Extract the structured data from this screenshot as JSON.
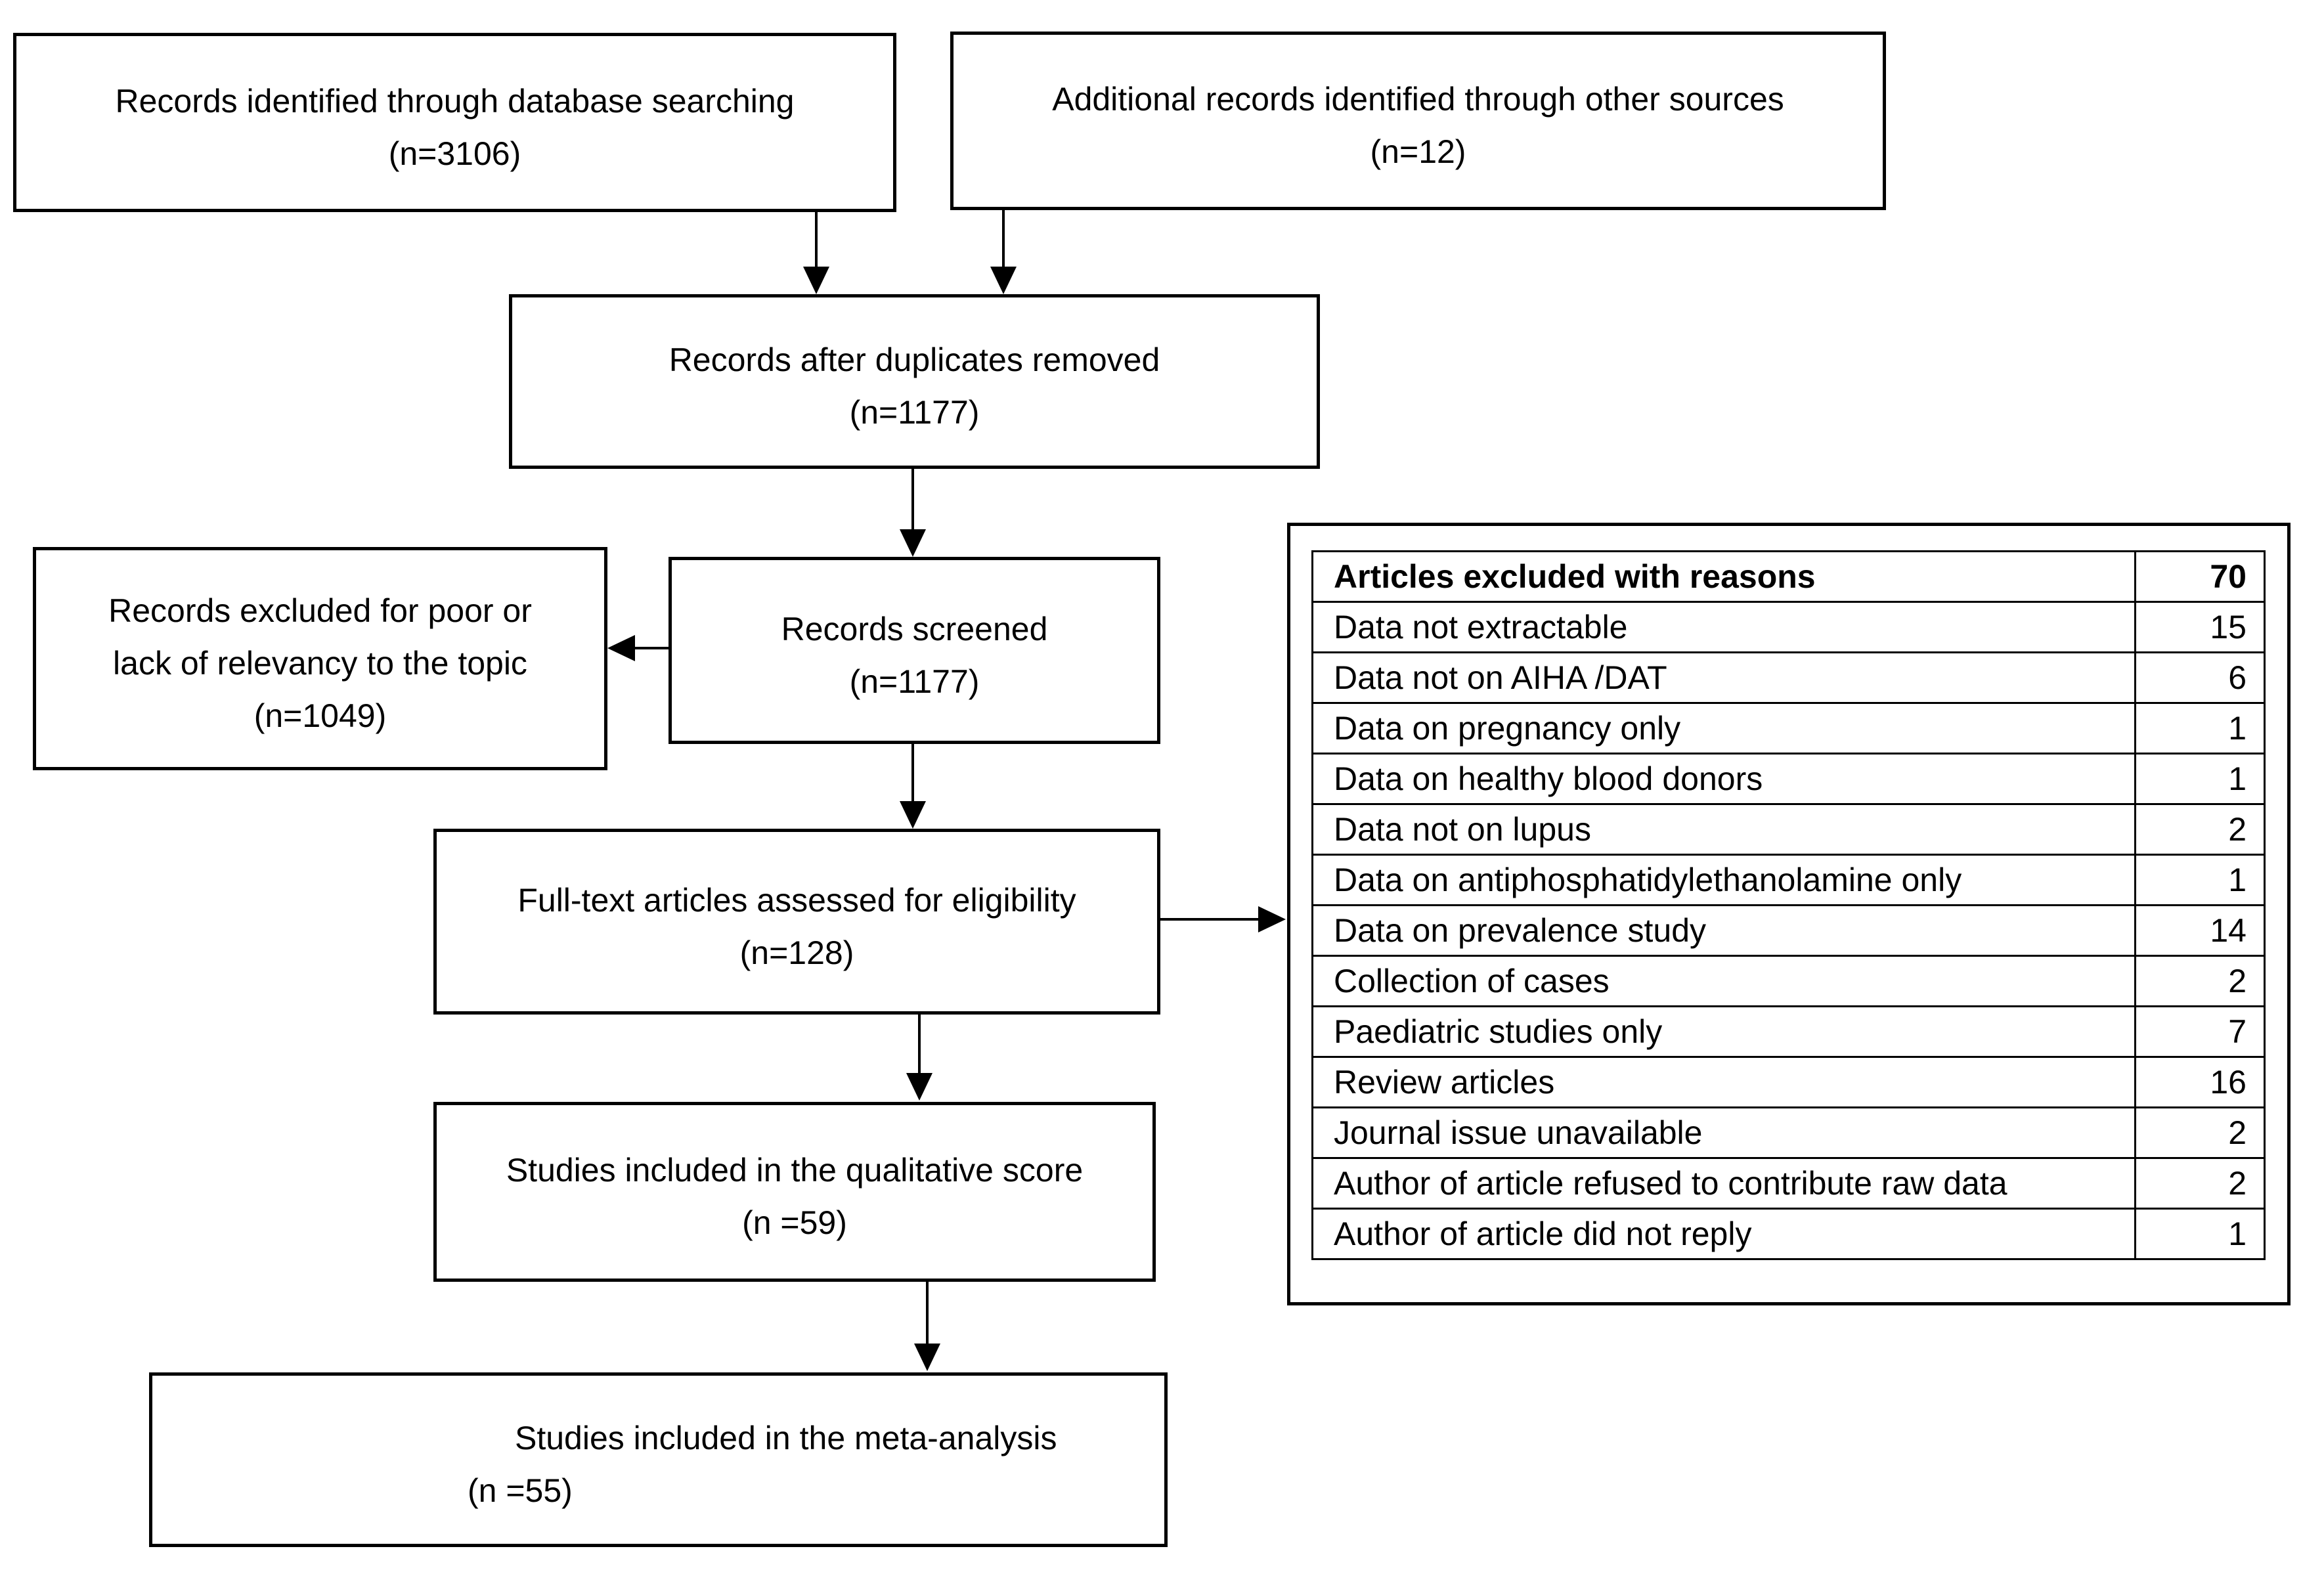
{
  "colors": {
    "ink": "#000000",
    "paper": "#ffffff"
  },
  "boxes": {
    "identified": {
      "line1": "Records identified through database searching",
      "line2": "(n=3106)"
    },
    "additional": {
      "line1": "Additional records identified through other sources",
      "line2": "(n=12)"
    },
    "deduplicated": {
      "line1": "Records after duplicates removed",
      "line2": "(n=1177)"
    },
    "excluded": {
      "line1": "Records excluded for poor or",
      "line2": "lack of relevancy to the topic",
      "line3": "(n=1049)"
    },
    "screened": {
      "line1": "Records screened",
      "line2": "(n=1177)"
    },
    "fulltext": {
      "line1": "Full-text articles assessed for eligibility",
      "line2": "(n=128)"
    },
    "qualitative": {
      "line1": "Studies included in the qualitative score",
      "line2": "(n =59)"
    },
    "meta": {
      "line1": "Studies included in the meta-analysis",
      "line2": "(n =55)"
    }
  },
  "table": {
    "header": {
      "reason": "Articles excluded with reasons",
      "count": "70"
    },
    "rows": [
      {
        "reason": "Data not extractable",
        "count": "15"
      },
      {
        "reason": "Data not on AIHA /DAT",
        "count": "6"
      },
      {
        "reason": "Data on pregnancy only",
        "count": "1"
      },
      {
        "reason": "Data on healthy blood donors",
        "count": "1"
      },
      {
        "reason": "Data not on lupus",
        "count": "2"
      },
      {
        "reason": "Data on antiphosphatidylethanolamine only",
        "count": "1"
      },
      {
        "reason": "Data on prevalence study",
        "count": "14"
      },
      {
        "reason": "Collection of cases",
        "count": "2"
      },
      {
        "reason": "Paediatric studies only",
        "count": "7"
      },
      {
        "reason": "Review articles",
        "count": "16"
      },
      {
        "reason": "Journal issue unavailable",
        "count": "2"
      },
      {
        "reason": "Author of article refused to contribute raw data",
        "count": "2"
      },
      {
        "reason": "Author of article did not reply",
        "count": "1"
      }
    ]
  }
}
